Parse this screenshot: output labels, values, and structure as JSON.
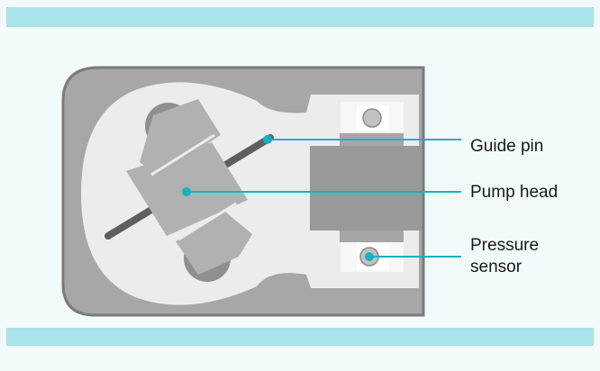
{
  "colors": {
    "band": "#a8e3ea",
    "background": "#f2fafb",
    "housing_fill": "#a7a7a7",
    "housing_stroke": "#7a7a7a",
    "plate": "#ececec",
    "rotor": "#b1b1b1",
    "rotor_dark": "#8f8f8f",
    "pin": "#5f5f5f",
    "tube_block": "#999999",
    "tube_ends": "#a6a6a6",
    "sensor": "#c2c2c2",
    "leader": "#1ab0c2"
  },
  "labels": {
    "guide_pin": "Guide pin",
    "pump_head": "Pump head",
    "pressure_sensor_line1": "Pressure",
    "pressure_sensor_line2": "sensor"
  }
}
